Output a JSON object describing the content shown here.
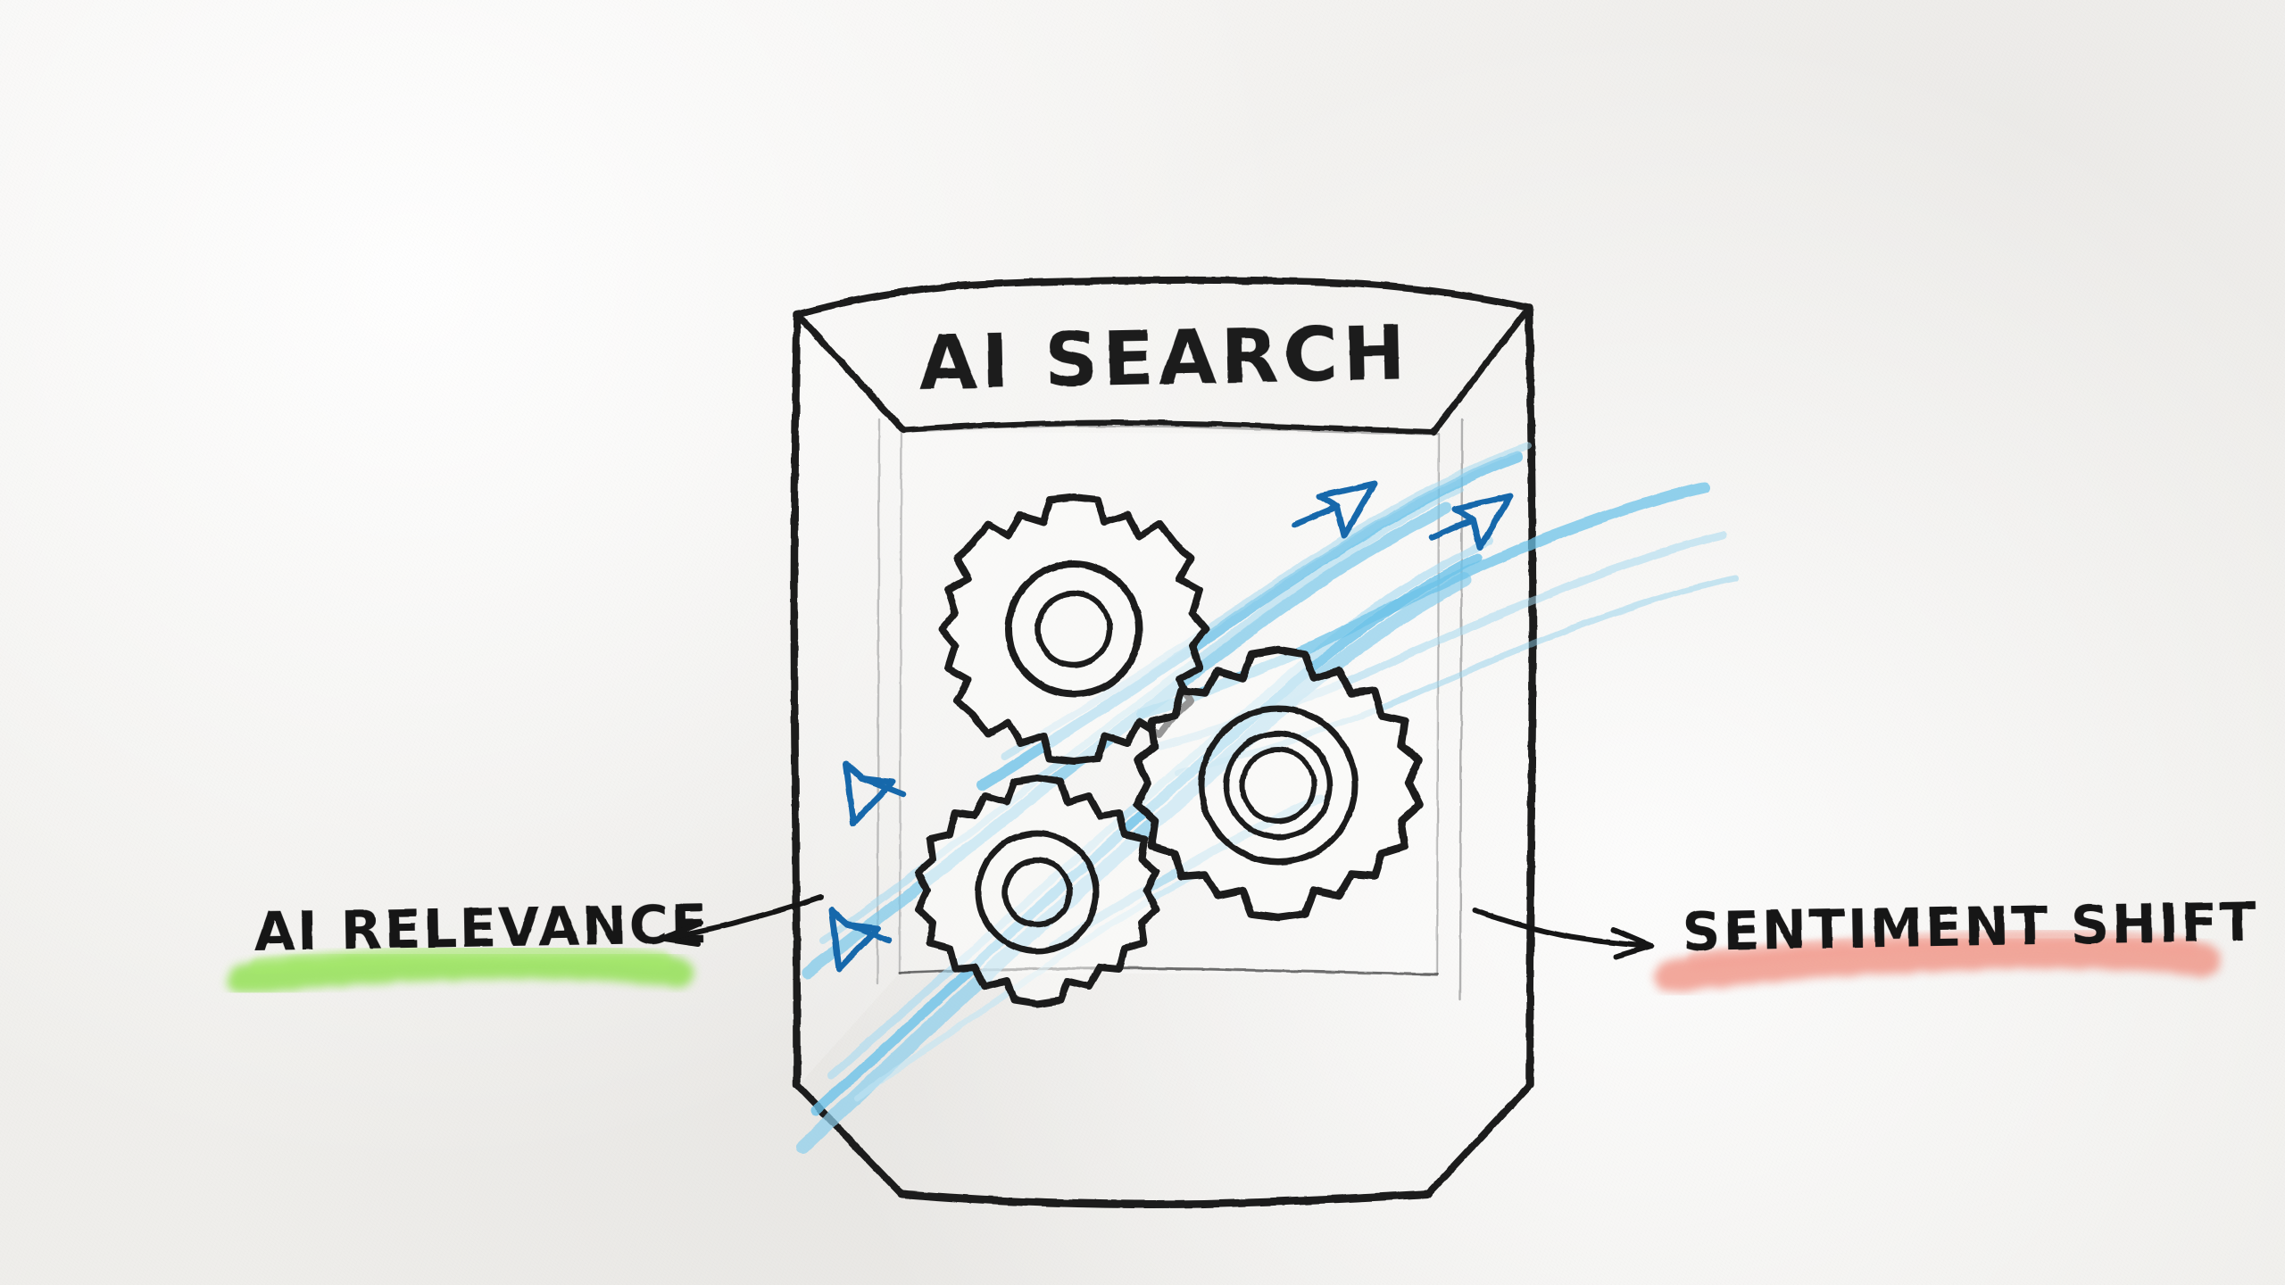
{
  "scene": {
    "title": "AI SEARCH",
    "kind": "hand-drawn whiteboard sketch",
    "background_color": "#f1f0ed"
  },
  "container": {
    "label": "AI SEARCH",
    "shape": "transparent glass cube",
    "stroke_color": "#1e1e1e",
    "inner_edge_color": "#8f8f8f"
  },
  "gears": [
    {
      "name": "gear-top-left",
      "teeth": 14,
      "rings": 2,
      "stroke": "#1d1d1d"
    },
    {
      "name": "gear-right",
      "teeth": 13,
      "rings": 3,
      "stroke": "#1d1d1d"
    },
    {
      "name": "gear-bottom",
      "teeth": 13,
      "rings": 2,
      "stroke": "#1d1d1d"
    }
  ],
  "flows": {
    "stream_color": "#6cc2e8",
    "stream_color_light": "#a5d9ef",
    "arrow_color": "#1767ab",
    "outbound_arrows": 2,
    "inbound_arrows": 2
  },
  "annotations": {
    "left": {
      "text": "AI RELEVANCE",
      "highlight_color": "#8ce04a",
      "arrow_direction": "left",
      "arrow_color": "#161616"
    },
    "right": {
      "text": "SENTIMENT SHIFT",
      "highlight_color": "#ef8878",
      "arrow_direction": "right",
      "arrow_color": "#161616"
    }
  }
}
